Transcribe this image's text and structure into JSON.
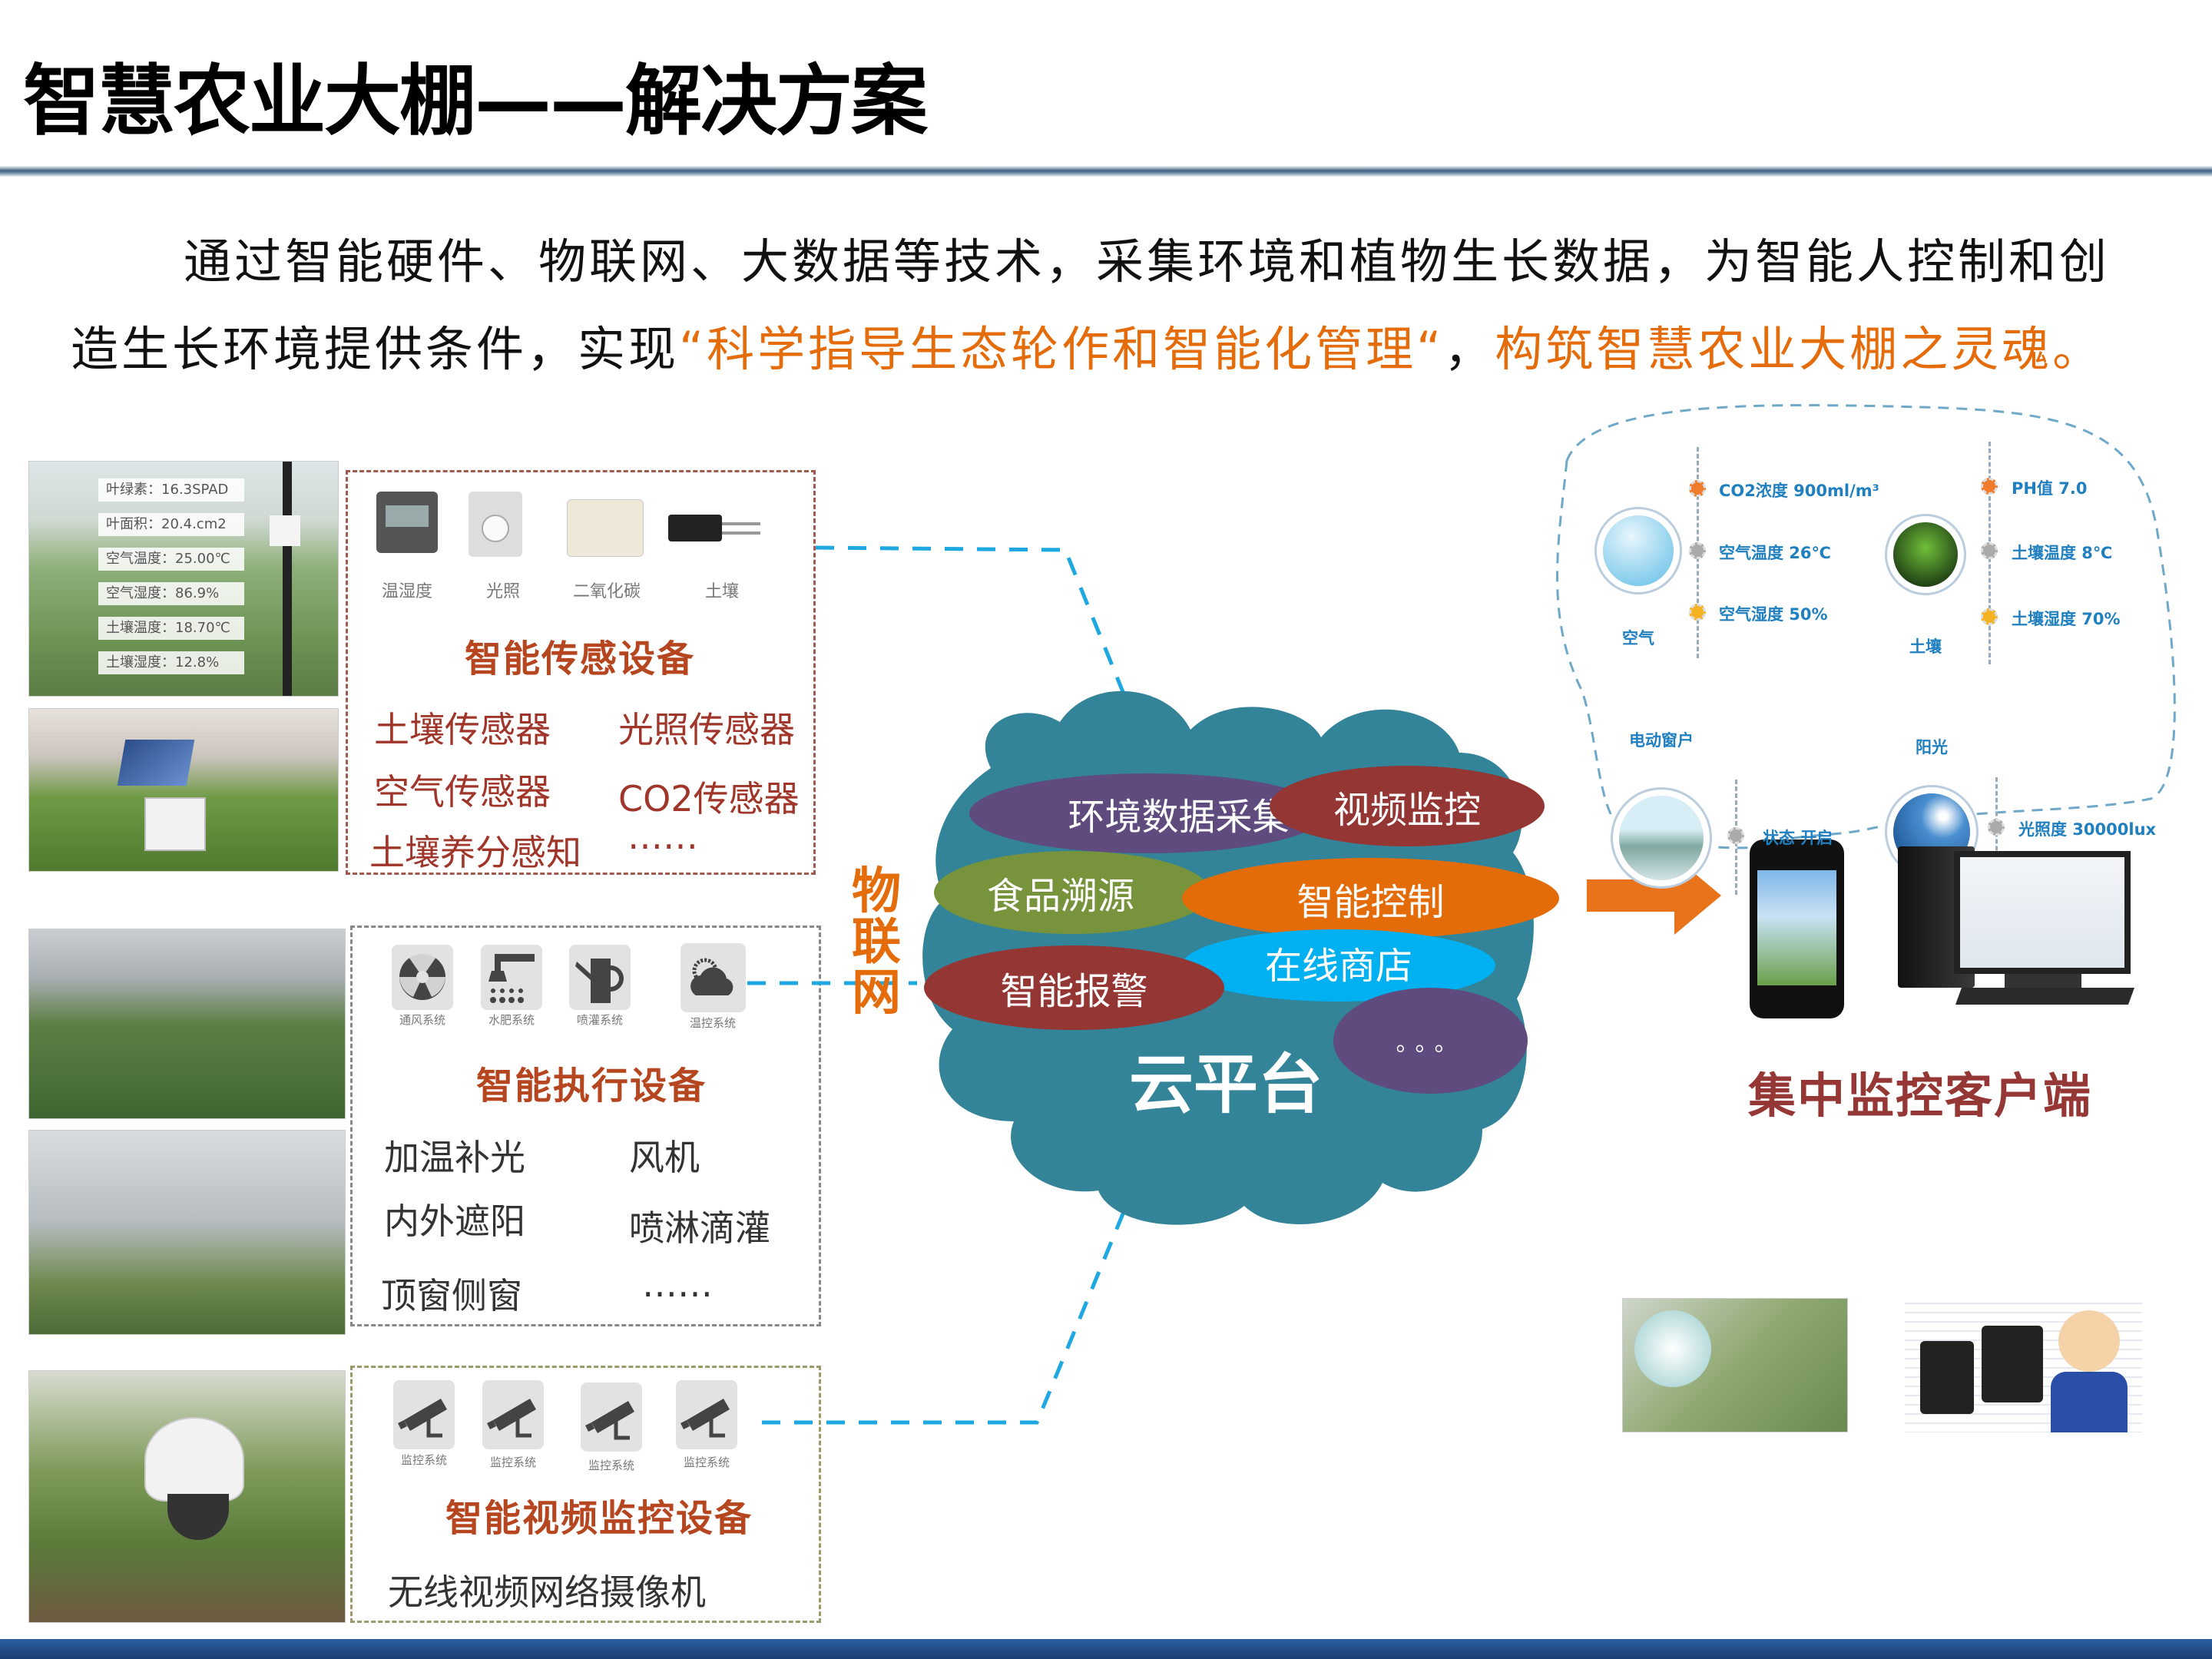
{
  "header": {
    "title": "智慧农业大棚——解决方案"
  },
  "intro": {
    "line1": "通过智能硬件、物联网、大数据等技术，采集环境和植物生长数据，为智能人控制和创",
    "line2_a": "造生长环境提供条件，实现",
    "line2_b": "“科学指导生态轮作和智能化管理“",
    "line2_c": "，",
    "line2_d": "构筑智慧农业大棚之灵魂。"
  },
  "photo_overlay": [
    "叶绿素：16.3SPAD",
    "叶面积：20.4.cm2",
    "空气温度：25.00℃",
    "空气湿度：86.9%",
    "土壤温度：18.70℃",
    "土壤湿度：12.8%"
  ],
  "sensing": {
    "icons": [
      {
        "label": "温湿度",
        "icon": "humidity-sensor-icon"
      },
      {
        "label": "光照",
        "icon": "light-sensor-icon"
      },
      {
        "label": "二氧化碳",
        "icon": "co2-sensor-icon"
      },
      {
        "label": "土壤",
        "icon": "soil-sensor-icon"
      }
    ],
    "title": "智能传感设备",
    "items": [
      "土壤传感器",
      "光照传感器",
      "空气传感器",
      "CO2传感器",
      "土壤养分感知",
      "……"
    ]
  },
  "actuators": {
    "icons": [
      {
        "label": "通风系统",
        "icon": "fan-icon"
      },
      {
        "label": "水肥系统",
        "icon": "shower-icon"
      },
      {
        "label": "喷灌系统",
        "icon": "watering-can-icon"
      },
      {
        "label": "温控系统",
        "icon": "weather-icon"
      }
    ],
    "title": "智能执行设备",
    "items": [
      "加温补光",
      "风机",
      "内外遮阳",
      "喷淋滴灌",
      "顶窗侧窗",
      "……"
    ]
  },
  "video": {
    "icons": [
      {
        "label": "监控系统",
        "icon": "camera-icon"
      },
      {
        "label": "监控系统",
        "icon": "camera-icon"
      },
      {
        "label": "监控系统",
        "icon": "camera-icon"
      },
      {
        "label": "监控系统",
        "icon": "camera-icon"
      }
    ],
    "title": "智能视频监控设备",
    "items": [
      "无线视频网络摄像机"
    ]
  },
  "iot_label": [
    "物",
    "联",
    "网"
  ],
  "cloud": {
    "title": "云平台",
    "color": "#338399",
    "modules": [
      {
        "label": "环境数据采集",
        "color": "#5f4b7d"
      },
      {
        "label": "视频监控",
        "color": "#943634"
      },
      {
        "label": "食品溯源",
        "color": "#77933c"
      },
      {
        "label": "智能控制",
        "color": "#e36c09"
      },
      {
        "label": "在线商店",
        "color": "#00b0f0"
      },
      {
        "label": "智能报警",
        "color": "#943634"
      },
      {
        "label": "。。。",
        "color": "#5f4b7d"
      }
    ]
  },
  "monitor_bubble": {
    "air": {
      "label": "空气",
      "readings": [
        "CO2浓度 900ml/m³",
        "空气温度  26℃",
        "空气湿度 50%"
      ]
    },
    "soil": {
      "label": "土壤",
      "readings": [
        "PH值 7.0",
        "土壤温度  8℃",
        "土壤湿度 70%"
      ]
    },
    "window": {
      "label": "电动窗户",
      "readings": [
        "状态  开启"
      ]
    },
    "sun": {
      "label": "阳光",
      "readings": [
        "光照度  30000lux"
      ]
    },
    "dot_colors": [
      "#f07b2c",
      "#aaaaaa",
      "#f5b323"
    ]
  },
  "client": {
    "title": "集中监控客户端"
  },
  "colors": {
    "accent_orange": "#e46c0a",
    "connector": "#1ea7e1",
    "footer": "#1f4e8c"
  }
}
